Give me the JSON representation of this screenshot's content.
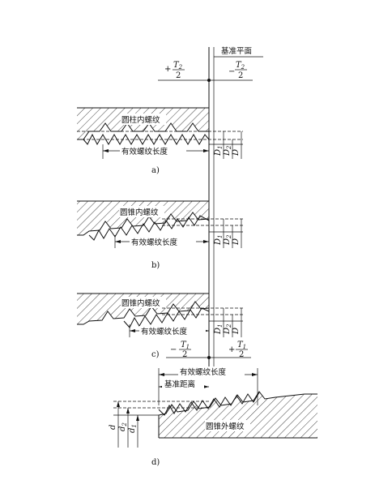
{
  "datum": {
    "label": "基准平面"
  },
  "top_tol": {
    "left_sign": "+",
    "left_T": "T2",
    "left_den": "2",
    "right_sign": "−",
    "right_T": "T2",
    "right_den": "2"
  },
  "bottom_tol": {
    "left_sign": "−",
    "left_T": "T1",
    "left_den": "2",
    "right_sign": "+",
    "right_T": "T1",
    "right_den": "2"
  },
  "panels": {
    "a": {
      "caption": "a)",
      "thread_label": "圆柱内螺纹",
      "length_label": "有效螺纹长度",
      "dims": [
        "D1",
        "D2",
        "D"
      ]
    },
    "b": {
      "caption": "b)",
      "thread_label": "圆锥内螺纹",
      "length_label": "有效螺纹长度",
      "dims": [
        "D1",
        "D2",
        "D"
      ]
    },
    "c": {
      "caption": "c)",
      "thread_label": "圆锥内螺纹",
      "length_label": "有效螺纹长度",
      "dims": [
        "D1",
        "D2",
        "D"
      ]
    },
    "d": {
      "caption": "d)",
      "thread_label": "圆锥外螺纹",
      "length_label": "有效螺纹长度",
      "base_distance_label": "基准距离",
      "dims": [
        "d",
        "d2",
        "d1"
      ]
    }
  },
  "colors": {
    "ink": "#111111",
    "background": "#ffffff"
  }
}
